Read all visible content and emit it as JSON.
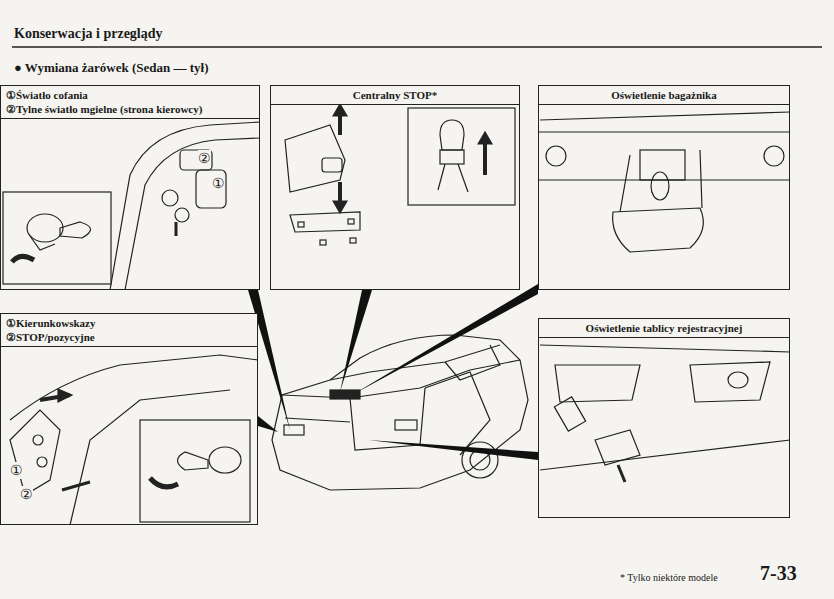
{
  "diagram": {
    "title": "● Wymiana żarówek (Sedan — tył)",
    "nodes": [
      {
        "text": [
          "①Światło cofania",
          "②Tylne światło mgielne (strona kierowcy)"
        ]
      },
      {
        "text": [
          "Centralny STOP*"
        ]
      },
      {
        "text": [
          "Oświetlenie bagażnika"
        ]
      },
      {
        "text": [
          "①Kierunkowskazy",
          "②STOP/pozycyjne"
        ]
      },
      {
        "text": [
          "Oświetlenie tablicy rejestracyjnej"
        ]
      }
    ],
    "labels": [
      "Konserwacja i przeglądy",
      "②",
      "①",
      "①",
      "②",
      "* Tylko niektóre modele",
      "7-33"
    ]
  }
}
